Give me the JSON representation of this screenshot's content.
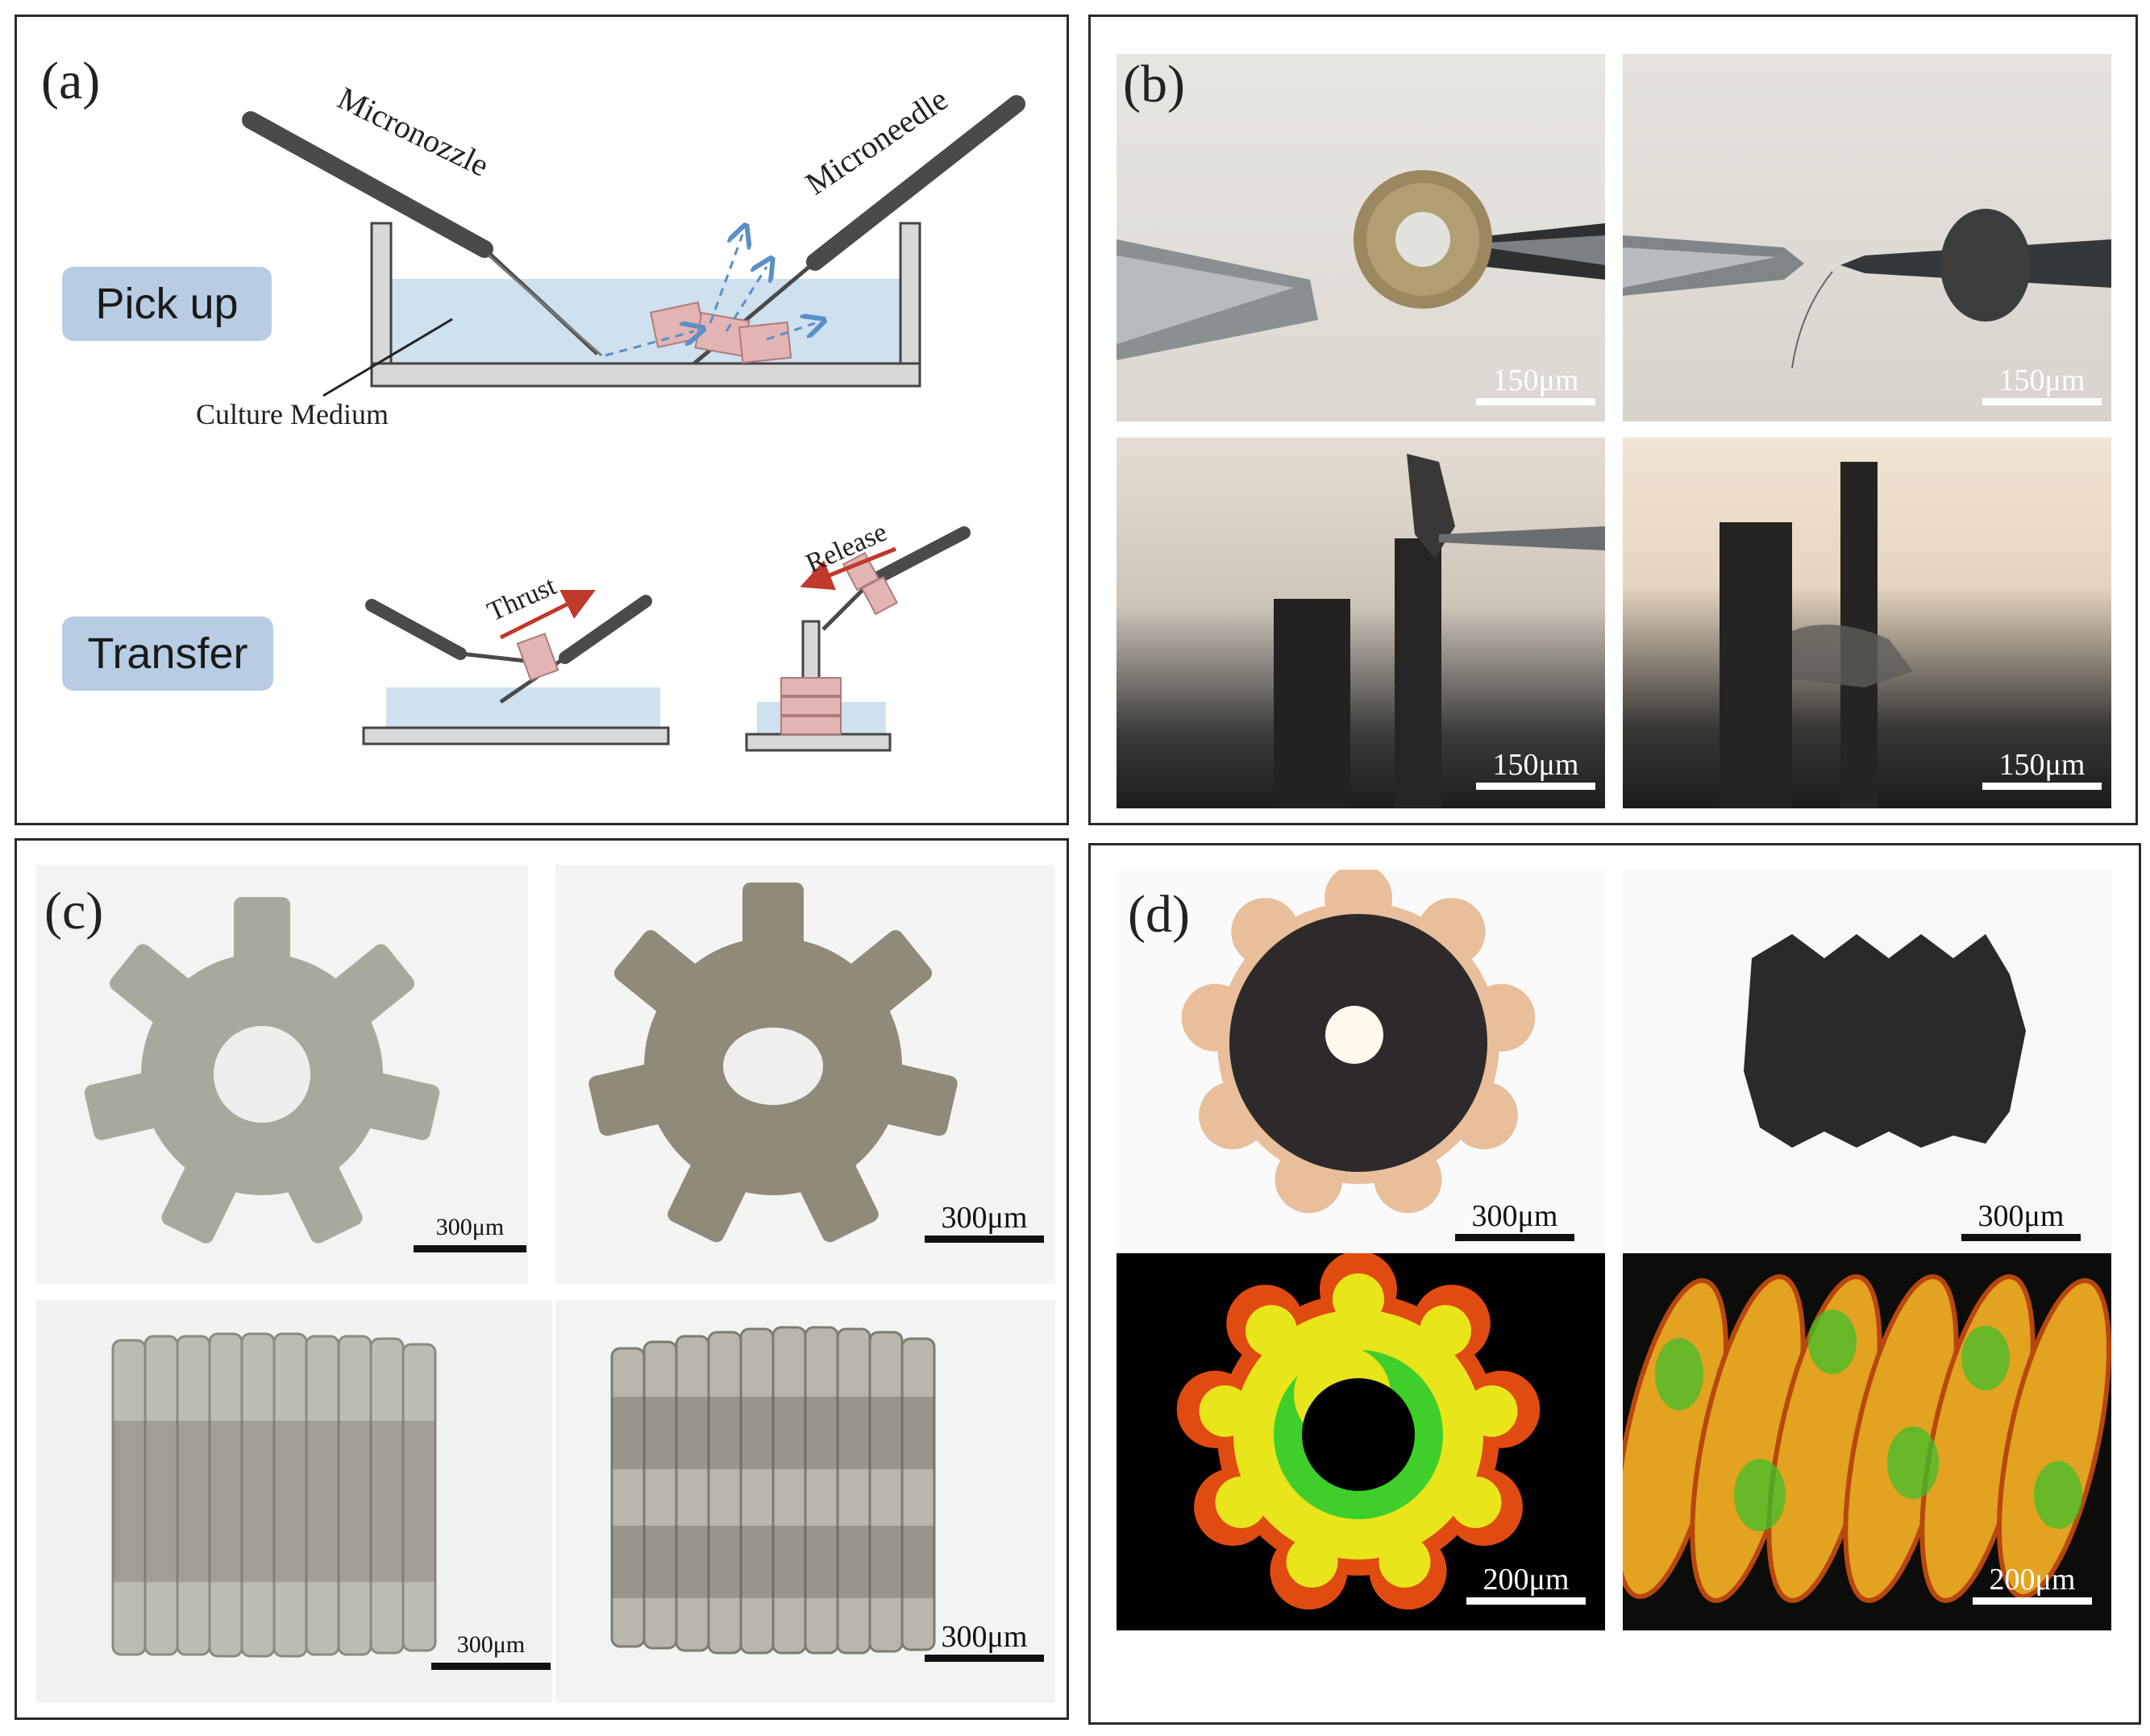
{
  "panels": {
    "a": {
      "label": "(a)",
      "rows": {
        "pickup": "Pick up",
        "transfer": "Transfer"
      },
      "annotations": {
        "micronozzle": "Micronozzle",
        "microneedle": "Microneedle",
        "culture_medium": "Culture Medium",
        "thrust": "Thrust",
        "release": "Release"
      }
    },
    "b": {
      "label": "(b)",
      "scale_bars": [
        "150μm",
        "150μm",
        "150μm",
        "150μm"
      ]
    },
    "c": {
      "label": "(c)",
      "scale_bars": [
        "300μm",
        "300μm",
        "300μm",
        "300μm"
      ]
    },
    "d": {
      "label": "(d)",
      "scale_bars": [
        "300μm",
        "300μm",
        "200μm",
        "200μm"
      ]
    }
  },
  "colors": {
    "medium": "#cfe0ee",
    "pill": "#b8cde3",
    "tool": "#4a4a4a",
    "cell_block": "#e2b4b4",
    "arrow_red": "#c0392b",
    "arrow_blue": "#5b8fc7"
  }
}
